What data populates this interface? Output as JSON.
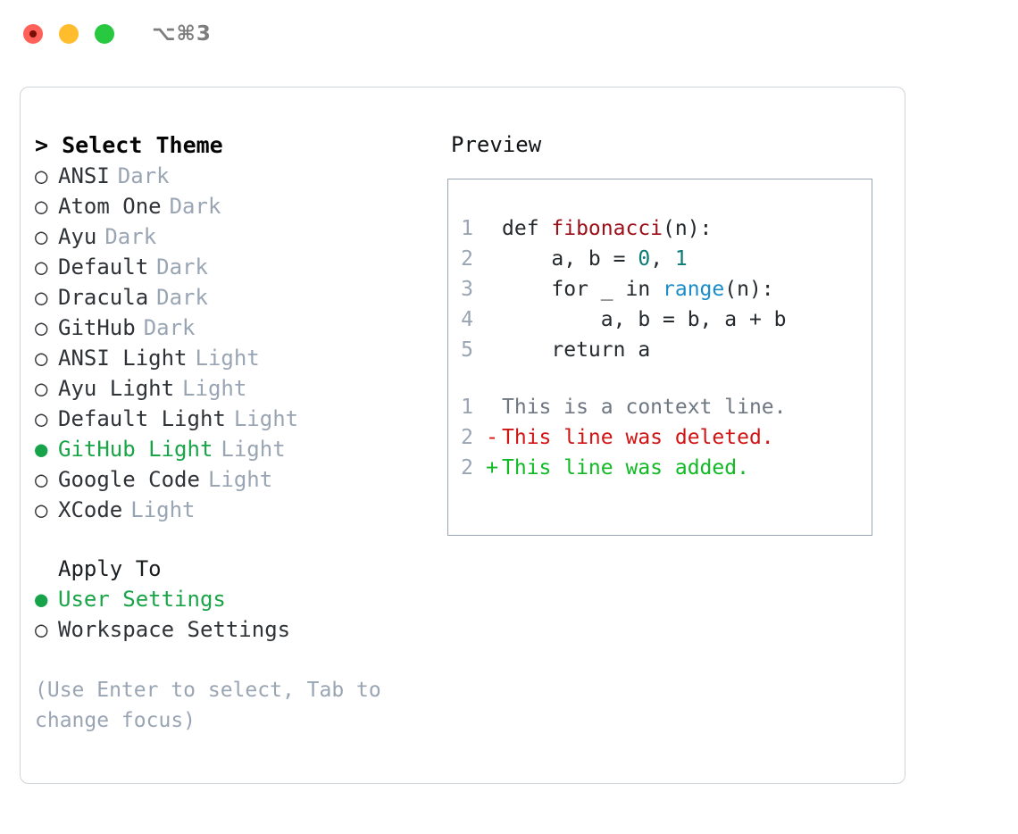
{
  "window": {
    "shortcut": "⌥⌘3",
    "traffic_lights": [
      "close",
      "minimize",
      "maximize"
    ],
    "colors": {
      "close": "#ff6058",
      "minimize": "#ffbd2e",
      "maximize": "#28c840",
      "accent_green": "#16a34a",
      "muted": "#9aa5b4",
      "border": "#cfd4da",
      "preview_border": "#9aa5b4"
    }
  },
  "theme_list": {
    "header": "> Select Theme",
    "items": [
      {
        "label": "ANSI",
        "suffix": "Dark",
        "selected": false
      },
      {
        "label": "Atom One",
        "suffix": "Dark",
        "selected": false
      },
      {
        "label": "Ayu",
        "suffix": "Dark",
        "selected": false
      },
      {
        "label": "Default",
        "suffix": "Dark",
        "selected": false
      },
      {
        "label": "Dracula",
        "suffix": "Dark",
        "selected": false
      },
      {
        "label": "GitHub",
        "suffix": "Dark",
        "selected": false
      },
      {
        "label": "ANSI Light",
        "suffix": "Light",
        "selected": false
      },
      {
        "label": "Ayu Light",
        "suffix": "Light",
        "selected": false
      },
      {
        "label": "Default Light",
        "suffix": "Light",
        "selected": false
      },
      {
        "label": "GitHub Light",
        "suffix": "Light",
        "selected": true
      },
      {
        "label": "Google Code",
        "suffix": "Light",
        "selected": false
      },
      {
        "label": "XCode",
        "suffix": "Light",
        "selected": false
      }
    ],
    "bullet_on": "●",
    "bullet_off": "○"
  },
  "apply_to": {
    "header": "Apply To",
    "items": [
      {
        "label": "User Settings",
        "selected": true
      },
      {
        "label": "Workspace Settings",
        "selected": false
      }
    ]
  },
  "hint": "(Use Enter to select, Tab to change focus)",
  "preview": {
    "title": "Preview",
    "code_lines": [
      {
        "num": "1",
        "marker": "",
        "indent": "",
        "tokens": [
          {
            "t": "def ",
            "k": "plain"
          },
          {
            "t": "fibonacci",
            "k": "fn"
          },
          {
            "t": "(n):",
            "k": "plain"
          }
        ]
      },
      {
        "num": "2",
        "marker": "",
        "indent": "    ",
        "tokens": [
          {
            "t": "a, b = ",
            "k": "plain"
          },
          {
            "t": "0",
            "k": "num"
          },
          {
            "t": ", ",
            "k": "plain"
          },
          {
            "t": "1",
            "k": "num"
          }
        ]
      },
      {
        "num": "3",
        "marker": "",
        "indent": "    ",
        "tokens": [
          {
            "t": "for _ in ",
            "k": "plain"
          },
          {
            "t": "range",
            "k": "call"
          },
          {
            "t": "(n):",
            "k": "plain"
          }
        ]
      },
      {
        "num": "4",
        "marker": "",
        "indent": "        ",
        "tokens": [
          {
            "t": "a, b = b, a + b",
            "k": "plain"
          }
        ]
      },
      {
        "num": "5",
        "marker": "",
        "indent": "    ",
        "tokens": [
          {
            "t": "return a",
            "k": "plain"
          }
        ]
      }
    ],
    "diff_lines": [
      {
        "num": "1",
        "marker": "",
        "text": "This is a context line.",
        "kind": "context"
      },
      {
        "num": "2",
        "marker": "-",
        "text": "This line was deleted.",
        "kind": "del"
      },
      {
        "num": "2",
        "marker": "+",
        "text": "This line was added.",
        "kind": "add"
      }
    ]
  }
}
